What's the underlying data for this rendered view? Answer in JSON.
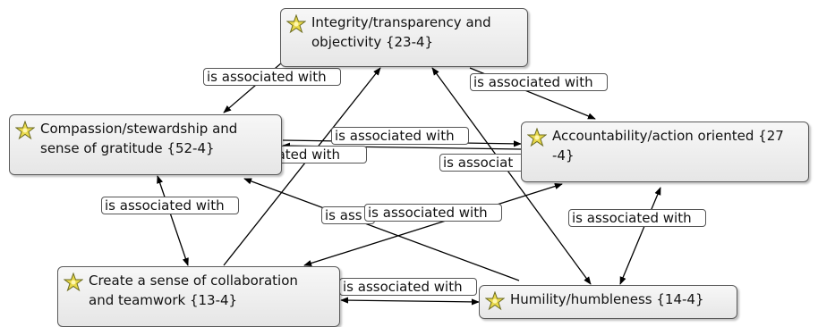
{
  "nodes": {
    "integrity": "Integrity/transparency and\nobjectivity {23-4}",
    "compassion": "Compassion/stewardship and\nsense of gratitude {52-4}",
    "accountability": "Accountability/action oriented {27\n-4}",
    "collaboration": "Create a sense of collaboration\nand teamwork {13-4}",
    "humility": "Humility/humbleness {14-4}"
  },
  "edge_labels": {
    "l1": "is associated with",
    "l2": "is associated with",
    "l3": "is associated with",
    "l4": "ociated with",
    "l5": "is associat",
    "l6": "is associated with",
    "l7": "is ass",
    "l8": "is associated with",
    "l9": "is associated with",
    "l10": "is associated with"
  },
  "icon": "concept-star-icon",
  "colors": {
    "node_fill": "#ececec",
    "icon_fill": "#e8d84a",
    "edge": "#000000"
  }
}
